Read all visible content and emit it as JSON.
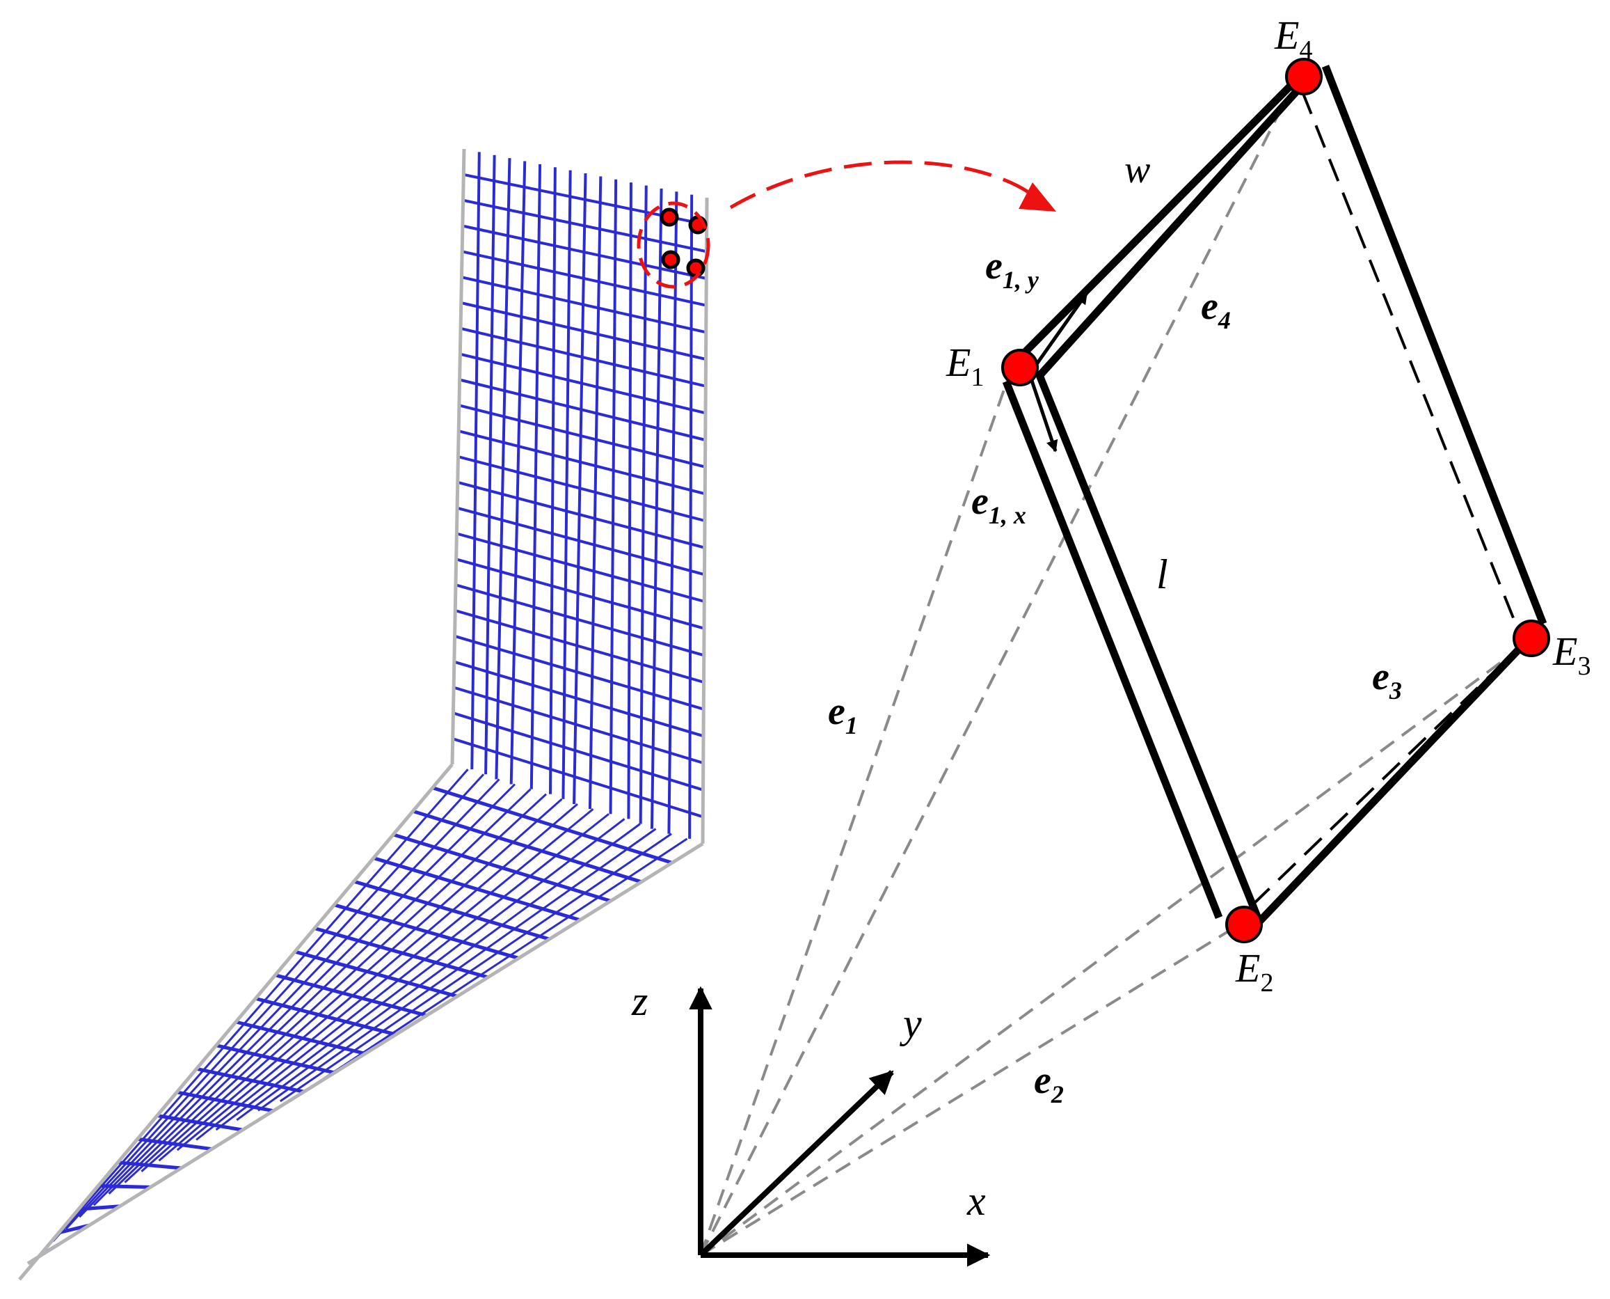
{
  "colors": {
    "mesh": "#2b2bd6",
    "mesh_edge": "#b4b4b4",
    "frame": "#000000",
    "node_fill": "#ff0000",
    "vector_dash": "#8a8a8a",
    "callout": "#ee1111"
  },
  "nodes": {
    "E1": {
      "base": "E",
      "sub": "1"
    },
    "E2": {
      "base": "E",
      "sub": "2"
    },
    "E3": {
      "base": "E",
      "sub": "3"
    },
    "E4": {
      "base": "E",
      "sub": "4"
    }
  },
  "vectors": {
    "e1": {
      "base": "e",
      "sub": "1"
    },
    "e2": {
      "base": "e",
      "sub": "2"
    },
    "e3": {
      "base": "e",
      "sub": "3"
    },
    "e4": {
      "base": "e",
      "sub": "4"
    },
    "e1x": {
      "base": "e",
      "sub": "1, x"
    },
    "e1y": {
      "base": "e",
      "sub": "1, y"
    }
  },
  "dimensions": {
    "width": "w",
    "length": "l"
  },
  "axes": {
    "x": "x",
    "y": "y",
    "z": "z"
  }
}
